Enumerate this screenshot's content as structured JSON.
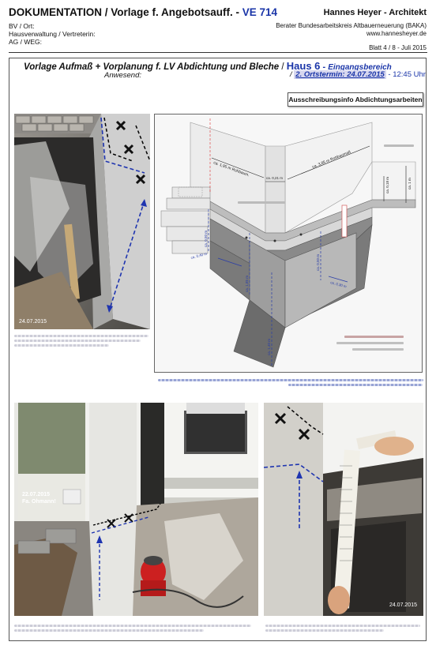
{
  "header": {
    "title_prefix": "DOKUMENTATION / Vorlage f. Angebotsauff.  -",
    "title_code": "VE 714",
    "architect": "Hannes Heyer - Architekt",
    "bv": "BV / Ort:",
    "hausverwaltung": "Hausverwaltung / Vertreterin:",
    "ag": "AG / WEG:",
    "berater": "Berater Bundesarbeitskreis Altbauerneuerung (BAKA)",
    "website": "www.hannesheyer.de",
    "blatt": "Blatt 4 / 8 -  Juli 2015"
  },
  "subject": {
    "vorlage": "Vorlage Aufmaß + Vorplanung f. LV Abdichtung und Bleche",
    "slash1": " / ",
    "haus": "Haus 6",
    "dash": " - ",
    "eingang": "Eingangsbereich",
    "anwesend": "Anwesend:",
    "slash2": "/ ",
    "ortstermin": "2. Ortstermin: 24.07.2015",
    "time": " - 12:45 Uhr"
  },
  "ausschreibung_label": "Ausschreibungsinfo Abdichtungsarbeiten",
  "photos": {
    "p1_date": "24.07.2015",
    "p2_date": "22.07.2015",
    "p2_name": "Fa. Ohmann!",
    "p3_date": "24.07.2015"
  },
  "drawing": {
    "dim_195": "ca. 1,95 m Rohbaum.",
    "dim_021": "ca. 0,21 m",
    "dim_385": "ca. 3,85 m Rohbaumaß",
    "dim_040": "ca. 0,40 m",
    "dim_050": "ca. 0,50 m",
    "dim_050b": "ca. 0,50 m",
    "dim_018": "ca. 0,18 m",
    "dim_1m": "ca. 1 m",
    "dim_030": "ca. 0,30 m",
    "dim_140": "ca. 1,40 m",
    "dim_185": "ca. 1,85 m"
  },
  "colors": {
    "accent_blue": "#1a35a8",
    "dash_blue": "#2a3ea8",
    "highlight": "#d7d7ef"
  }
}
